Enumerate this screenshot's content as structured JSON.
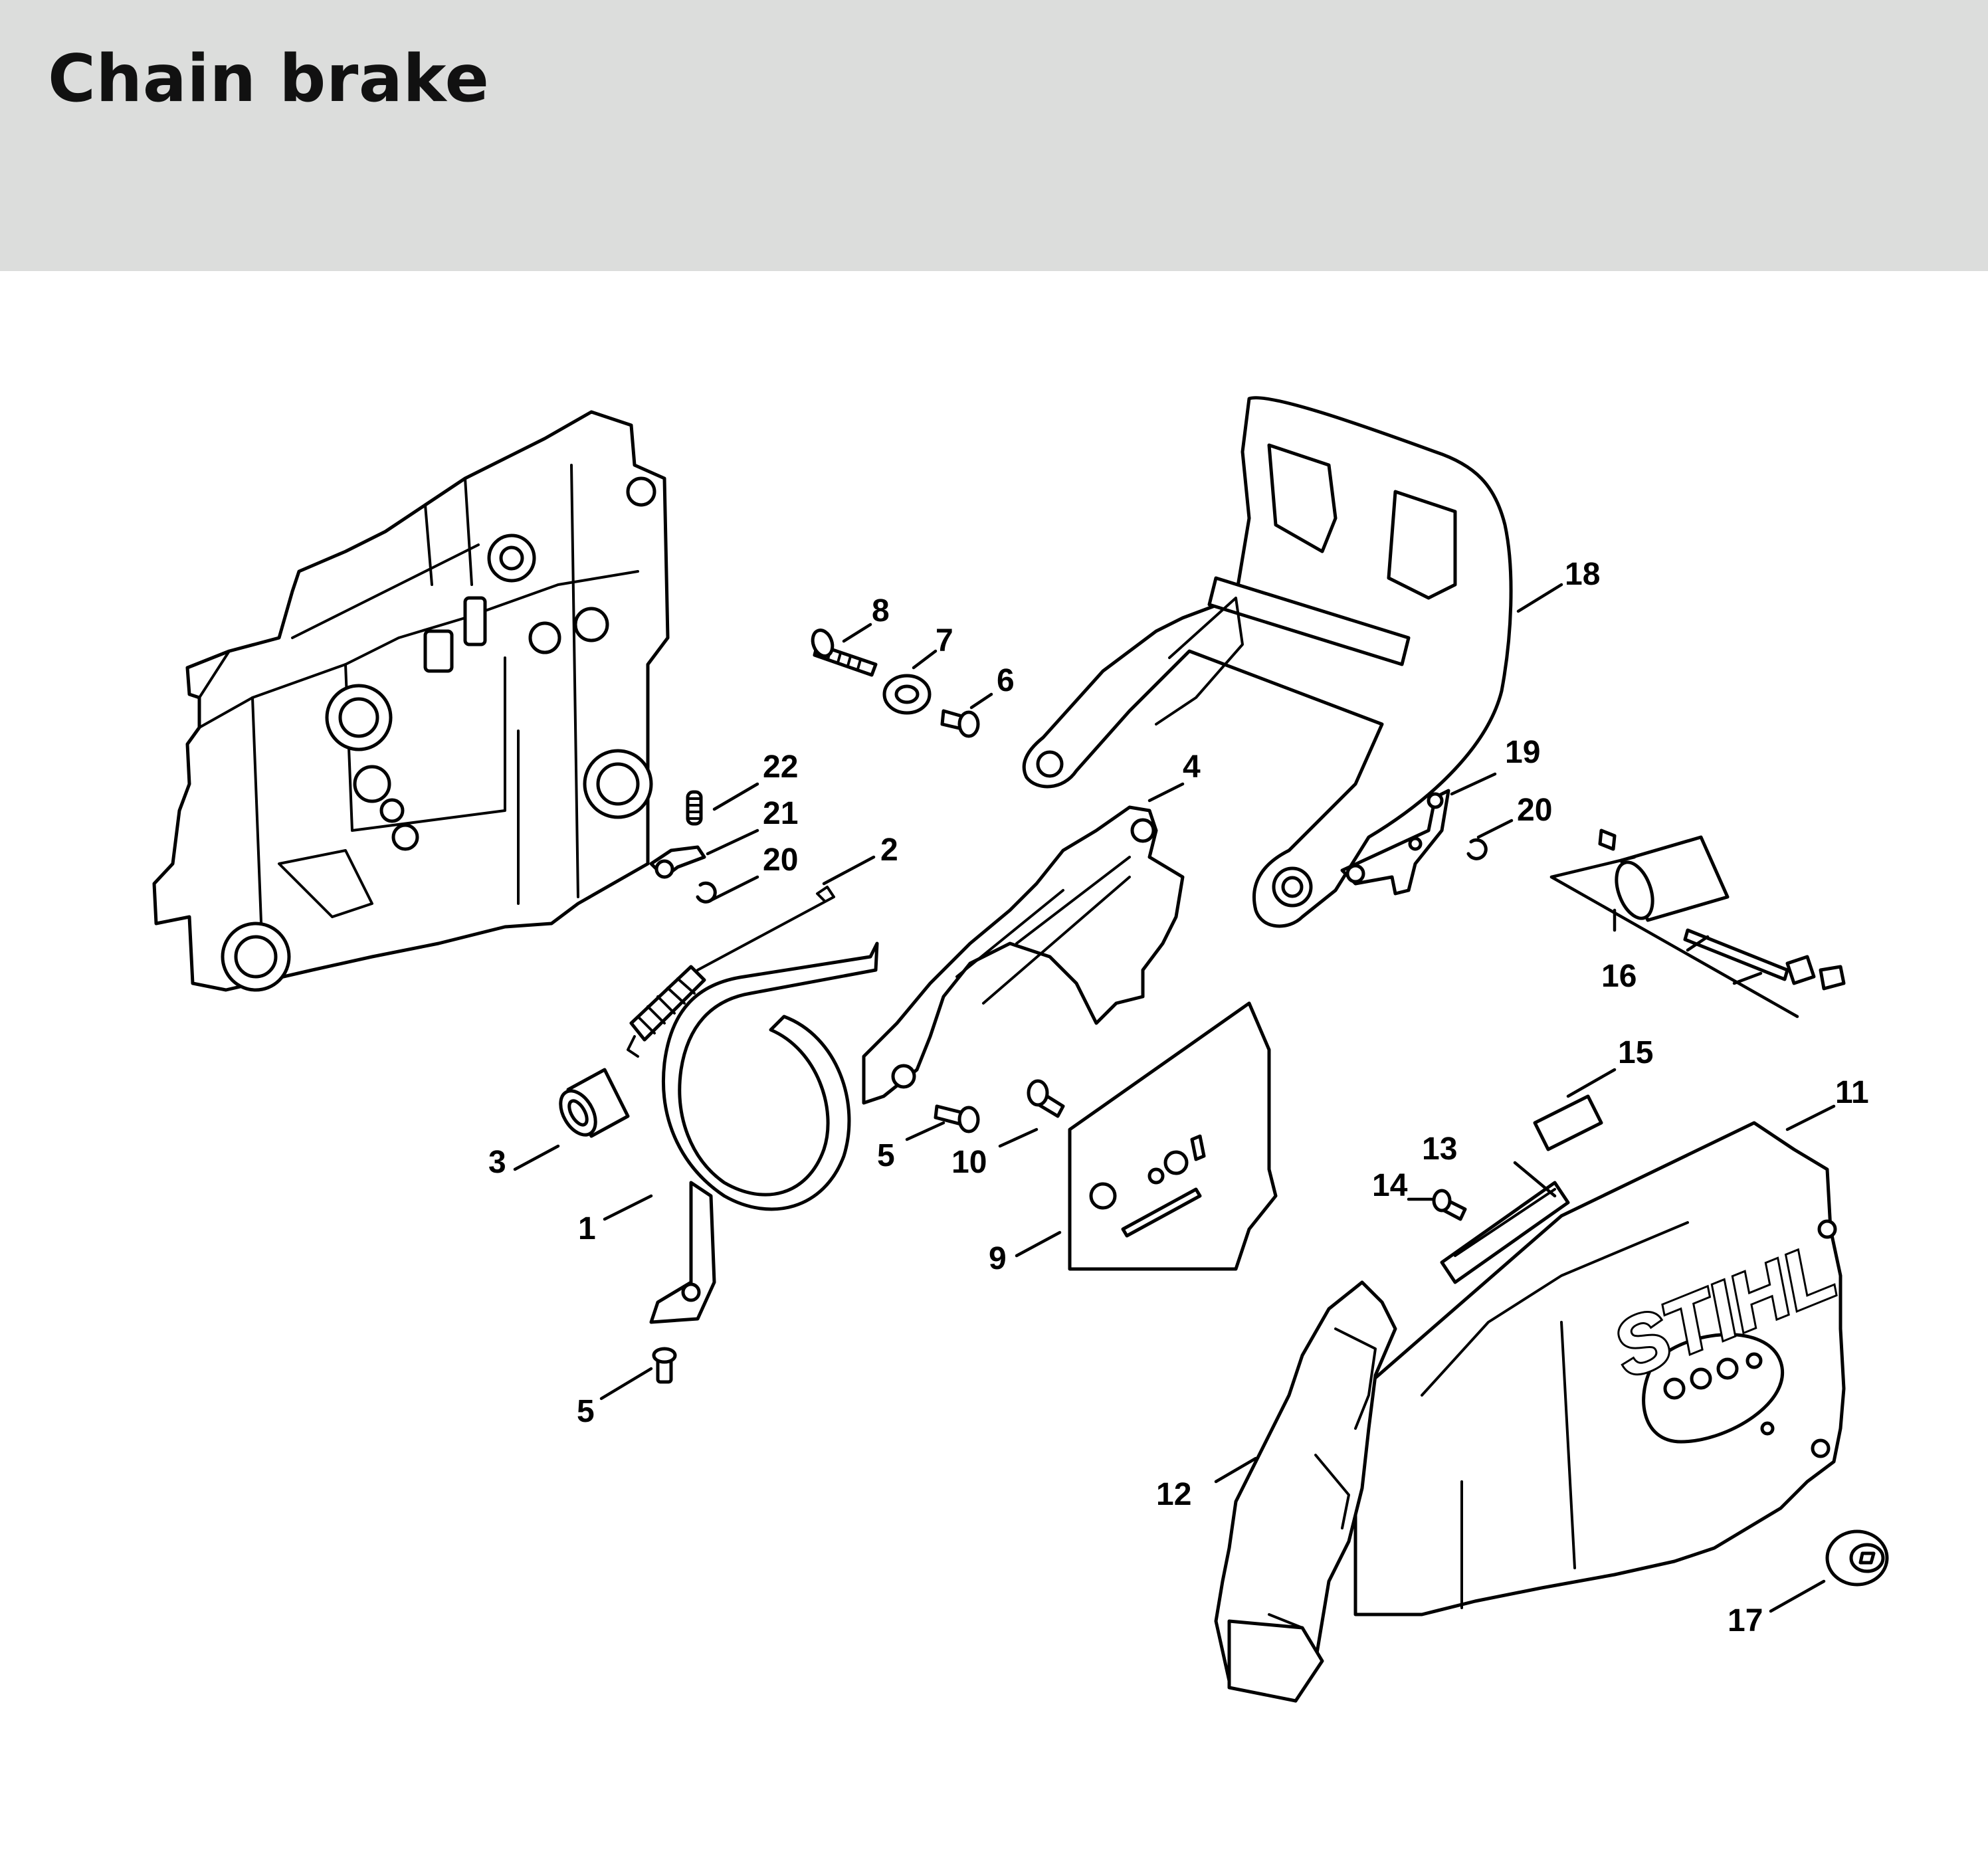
{
  "header": {
    "title": "Chain brake"
  },
  "brand_logo": "STIHL",
  "callouts": [
    "8",
    "7",
    "6",
    "22",
    "21",
    "20",
    "2",
    "4",
    "18",
    "19",
    "20",
    "16",
    "15",
    "11",
    "13",
    "14",
    "3",
    "5",
    "10",
    "1",
    "9",
    "5",
    "12",
    "17"
  ],
  "icons": [
    "crankcase-housing",
    "hand-guard",
    "brake-band",
    "tension-spring",
    "sleeve",
    "sprocket-cover",
    "chain-catcher",
    "collar-nut"
  ]
}
